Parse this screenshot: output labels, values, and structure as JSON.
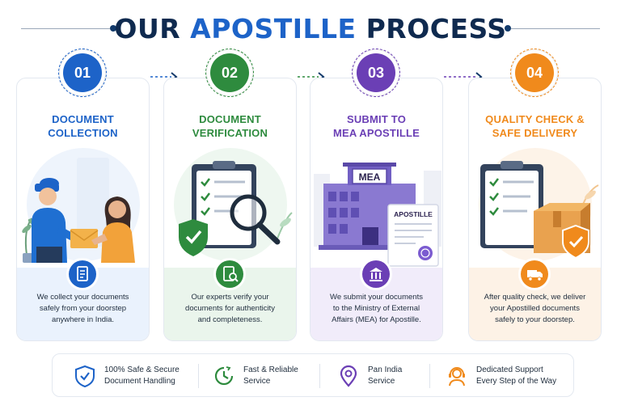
{
  "title": {
    "part1": "OUR ",
    "part2": "APOSTILLE",
    "part3": " PROCESS"
  },
  "steps": [
    {
      "number": "01",
      "label_line1": "DOCUMENT",
      "label_line2": "COLLECTION",
      "desc_line1": "We collect your documents",
      "desc_line2": "safely from your doorstep",
      "desc_line3": "anywhere in India.",
      "color": "#1d63c8",
      "tint": "#eaf2fd",
      "icon": "document-icon"
    },
    {
      "number": "02",
      "label_line1": "DOCUMENT",
      "label_line2": "VERIFICATION",
      "desc_line1": "Our experts verify your",
      "desc_line2": "documents for authenticity",
      "desc_line3": "and completeness.",
      "color": "#2e8b3e",
      "tint": "#eaf5ec",
      "icon": "document-search-icon"
    },
    {
      "number": "03",
      "label_line1": "SUBMIT TO",
      "label_line2": "MEA APOSTILLE",
      "desc_line1": "We submit your documents",
      "desc_line2": "to the Ministry of External",
      "desc_line3": "Affairs (MEA) for Apostille.",
      "color": "#6b3fb5",
      "tint": "#f1ecfa",
      "icon": "building-icon",
      "building_sign": "MEA",
      "paper_label": "APOSTILLE"
    },
    {
      "number": "04",
      "label_line1": "QUALITY CHECK &",
      "label_line2": "SAFE DELIVERY",
      "desc_line1": "After quality check, we deliver",
      "desc_line2": "your Apostilled documents",
      "desc_line3": "safely to your doorstep.",
      "color": "#f08a1c",
      "tint": "#fdf2e6",
      "icon": "delivery-truck-icon"
    }
  ],
  "features": [
    {
      "line1": "100% Safe & Secure",
      "line2": "Document Handling",
      "icon": "shield-check-icon",
      "color": "#1d63c8"
    },
    {
      "line1": "Fast & Reliable",
      "line2": "Service",
      "icon": "clock-icon",
      "color": "#2e8b3e"
    },
    {
      "line1": "Pan India",
      "line2": "Service",
      "icon": "location-pin-icon",
      "color": "#6b3fb5"
    },
    {
      "line1": "Dedicated Support",
      "line2": "Every Step of the Way",
      "icon": "support-agent-icon",
      "color": "#f08a1c"
    }
  ]
}
